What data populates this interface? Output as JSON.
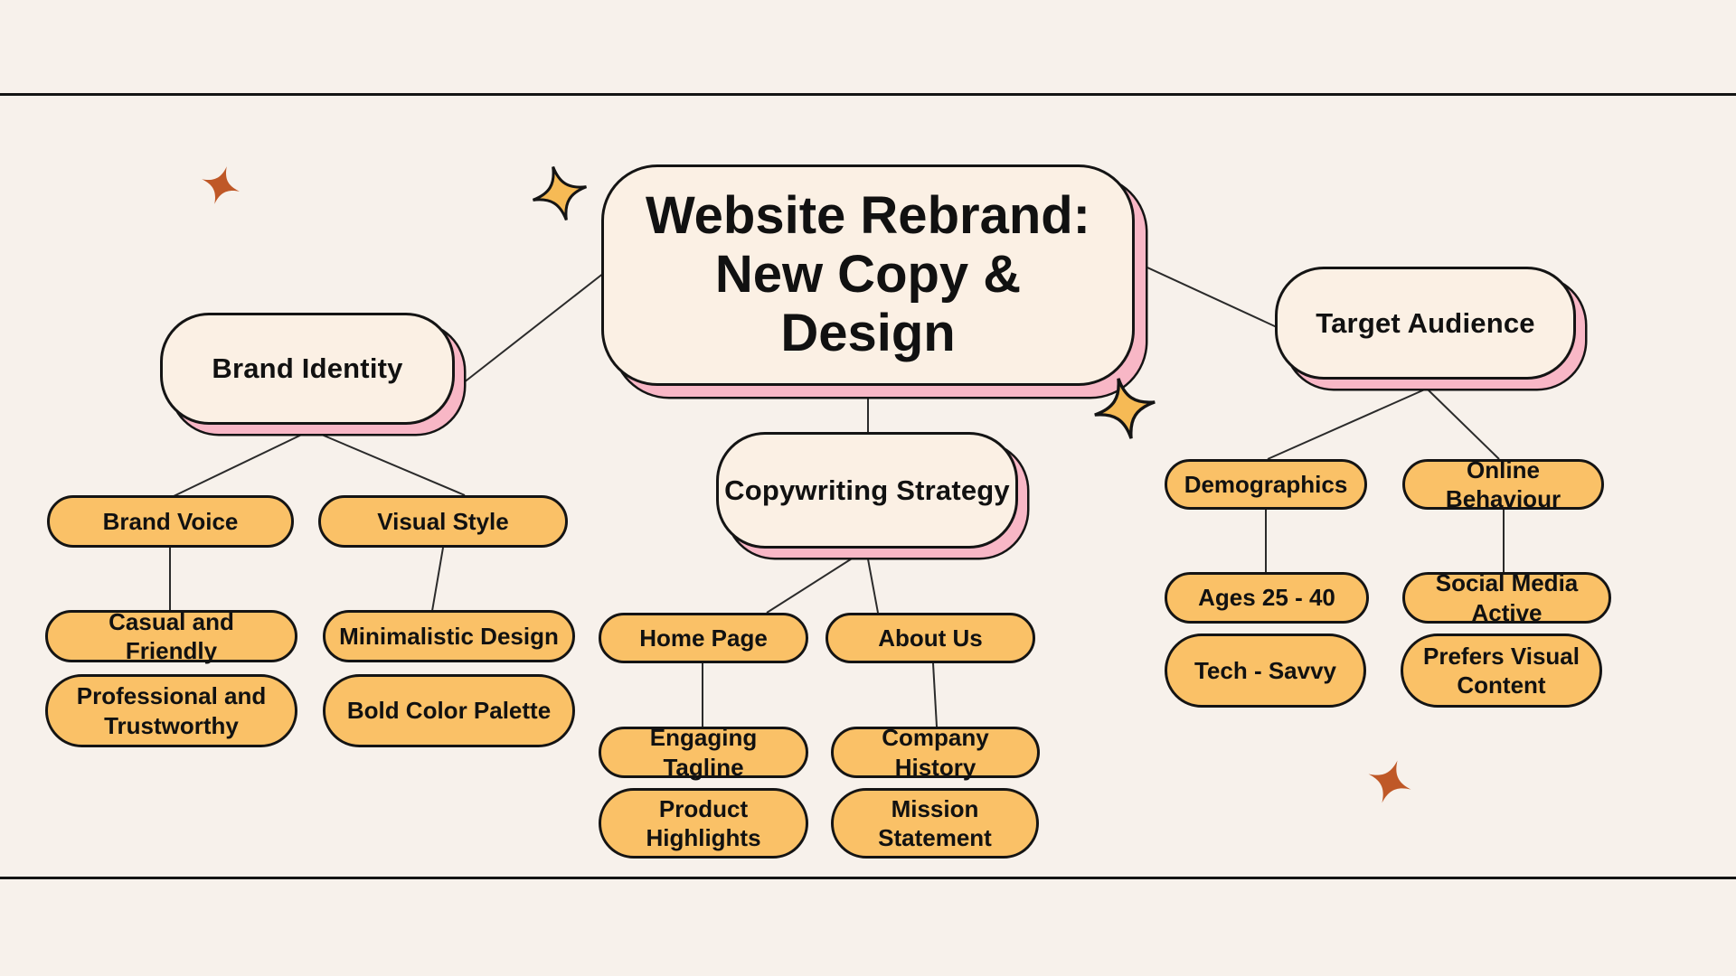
{
  "title": {
    "label": "Website Rebrand: New Copy & Design",
    "lines": [
      "Website Rebrand:",
      "New Copy &",
      "Design"
    ]
  },
  "nodes": {
    "brand_identity": "Brand Identity",
    "brand_voice": "Brand Voice",
    "visual_style": "Visual Style",
    "casual_and_friendly": "Casual and Friendly",
    "professional_and_trustworthy": "Professional and Trustworthy",
    "minimalistic_design": "Minimalistic Design",
    "bold_color_palette": "Bold Color Palette",
    "copywriting_strategy": "Copywriting Strategy",
    "home_page": "Home Page",
    "about_us": "About Us",
    "engaging_tagline": "Engaging Tagline",
    "product_highlights": "Product Highlights",
    "company_history": "Company History",
    "mission_statement": "Mission Statement",
    "target_audience": "Target Audience",
    "demographics": "Demographics",
    "online_behaviour": "Online Behaviour",
    "ages_25_40": "Ages 25 - 40",
    "tech_savvy": "Tech - Savvy",
    "social_media_active": "Social Media Active",
    "prefers_visual_content": "Prefers Visual Content"
  },
  "decorations": {
    "icons": [
      "four-point-star-rust-icon",
      "four-point-sparkle-amber-icon",
      "four-point-sparkle-amber-icon",
      "four-point-star-rust-icon"
    ]
  },
  "colors": {
    "background": "#F7F1EB",
    "box_fill": "#FBF0E4",
    "pill_fill": "#FAC167",
    "shadow_pink": "#F8B7C6",
    "outline": "#141414",
    "connector": "#2B2B2B",
    "star_rust": "#BF5827",
    "star_amber": "#F6BA55"
  }
}
